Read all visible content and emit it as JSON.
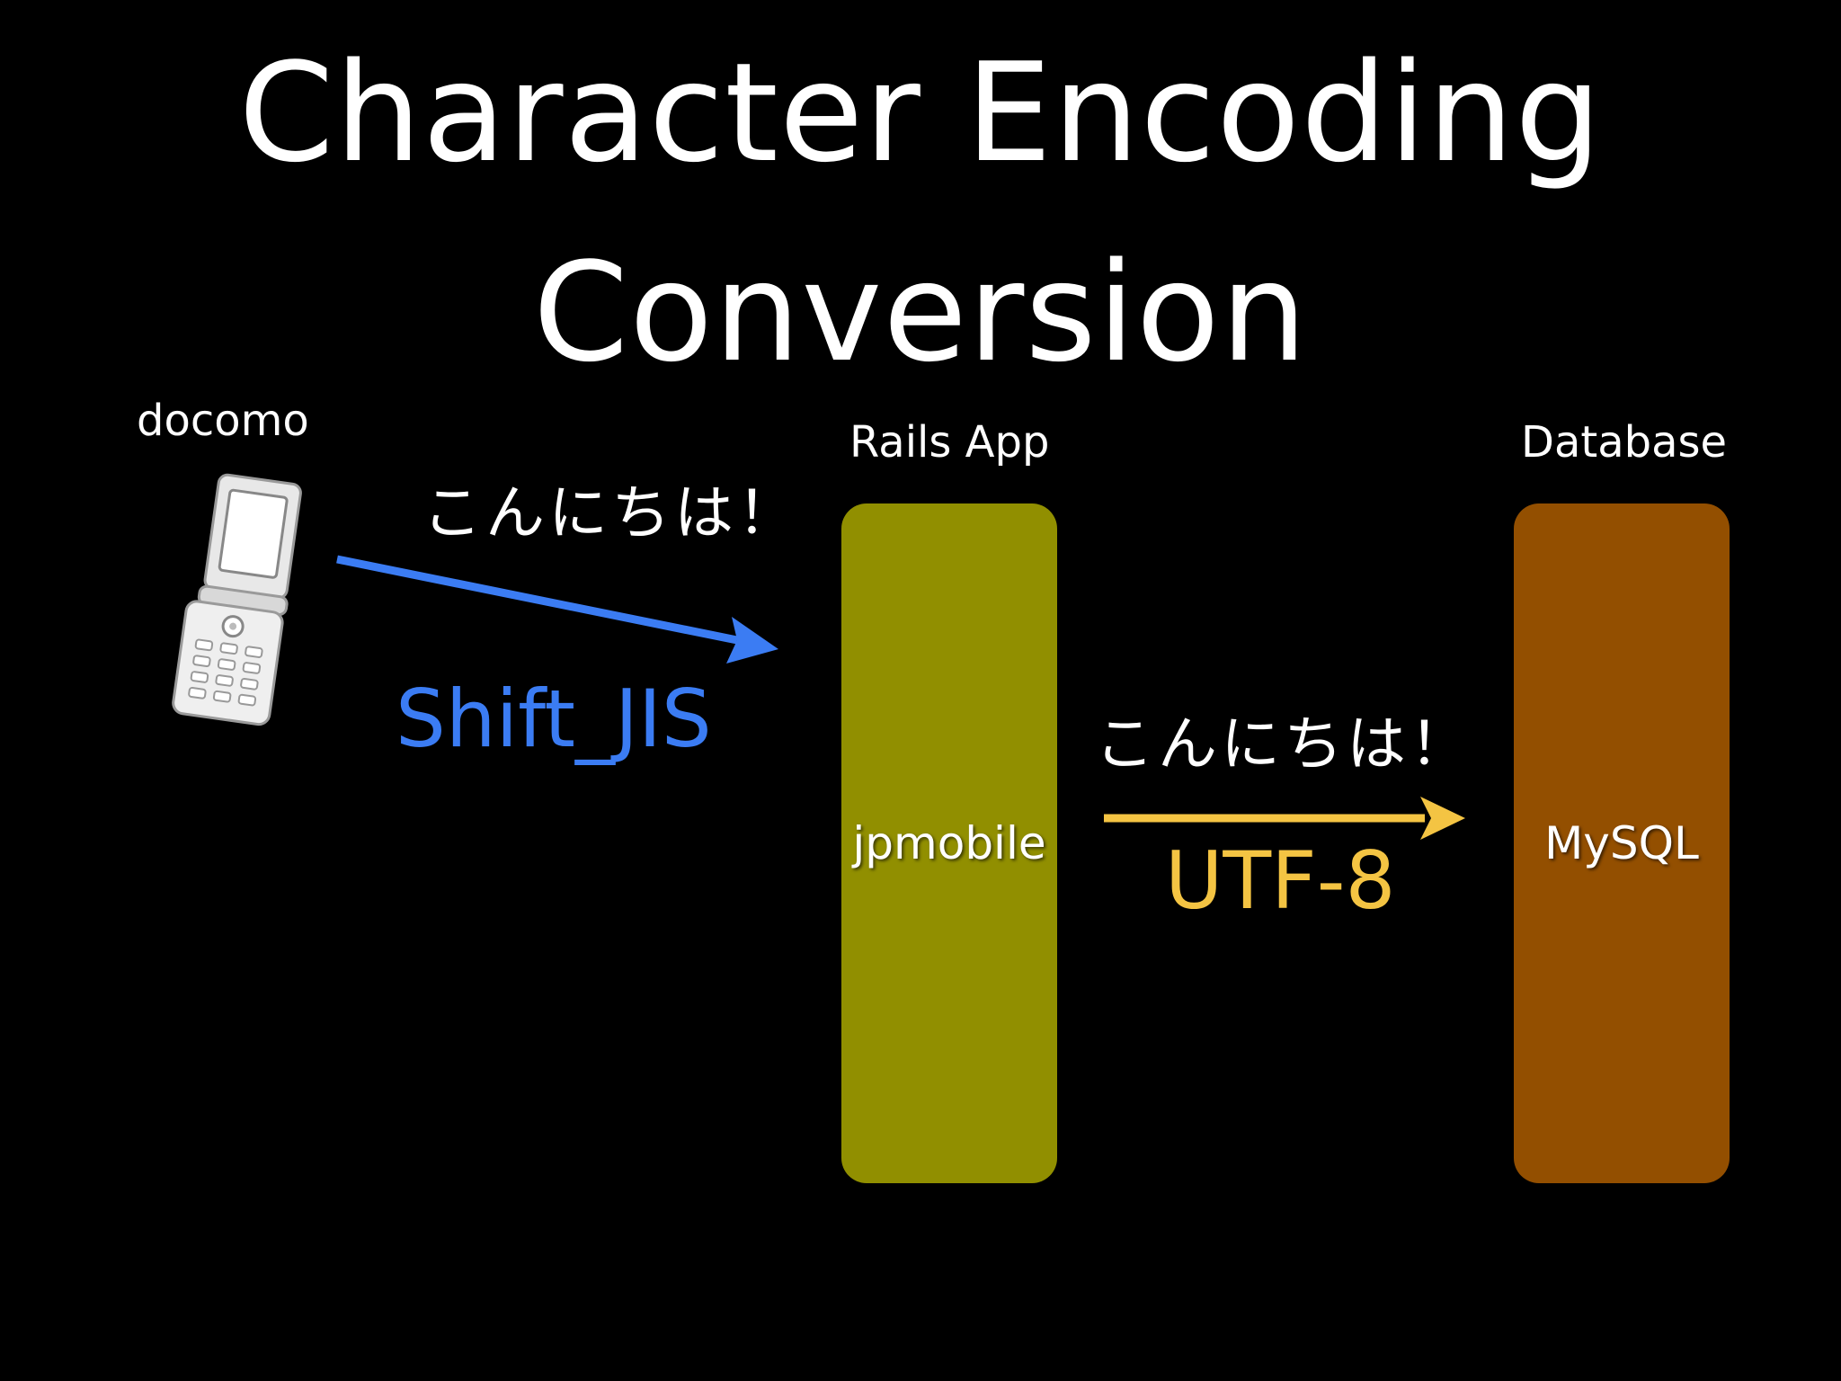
{
  "slide": {
    "title_line_1": "Character Encoding",
    "title_line_2": "Conversion"
  },
  "nodes": {
    "client_label": "docomo",
    "app_label": "Rails App",
    "app_box_label": "jpmobile",
    "db_label": "Database",
    "db_box_label": "MySQL"
  },
  "flows": {
    "client_to_app": {
      "message": "こんにちは！",
      "encoding": "Shift_JIS"
    },
    "app_to_db": {
      "message": "こんにちは！",
      "encoding": "UTF-8"
    }
  },
  "colors": {
    "background": "#000000",
    "shift_jis_arrow": "#3b7cf3",
    "utf8_arrow": "#f4c443",
    "rails_box": "#918f00",
    "db_box": "#934f00"
  },
  "icons": {
    "client": "flip-phone-icon"
  }
}
